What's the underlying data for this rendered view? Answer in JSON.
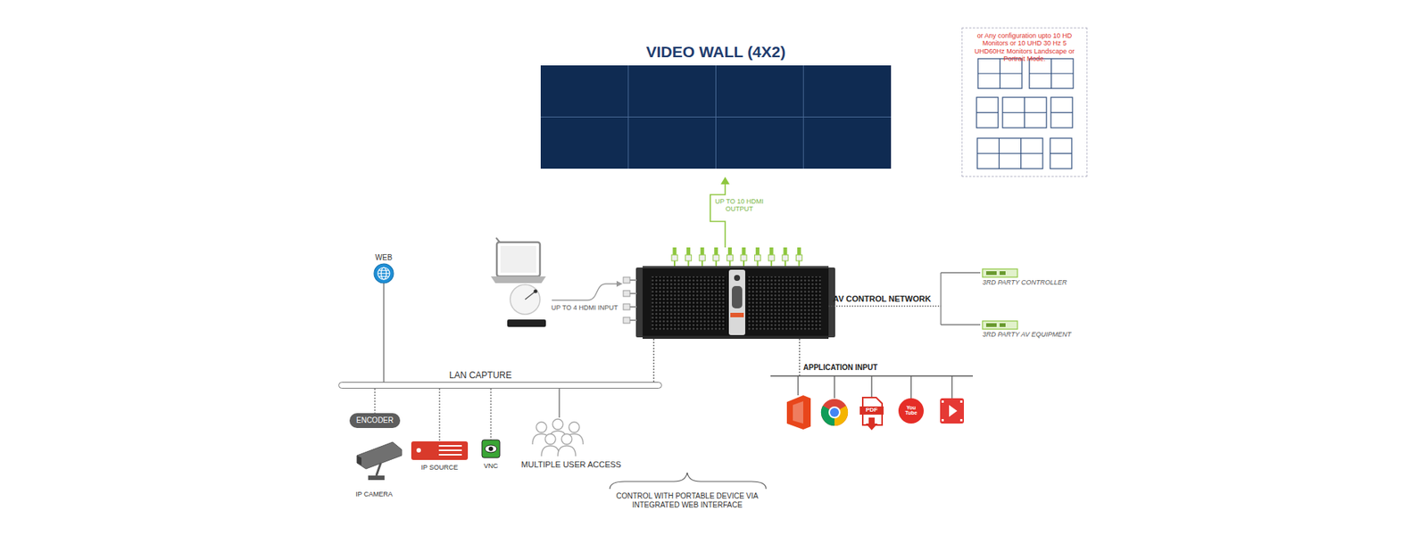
{
  "diagram": {
    "nodes": [
      {
        "text": [
          "VIDEO WALL (4X2)"
        ]
      },
      {
        "text": [
          "or Any configuration upto 10 HD Monitors or 10 UHD 30 Hz 5 UHD60Hz Monitors Landscape or Portrait Mode."
        ]
      },
      {
        "text": [
          "WEB"
        ]
      },
      {
        "text": [
          "LAN CAPTURE"
        ]
      },
      {
        "text": [
          "ENCODER"
        ]
      },
      {
        "text": [
          "IP CAMERA"
        ]
      },
      {
        "text": [
          "IP SOURCE"
        ]
      },
      {
        "text": [
          "VNC"
        ]
      },
      {
        "text": [
          "MULTIPLE USER ACCESS"
        ]
      },
      {
        "text": [
          "3RD PARTY CONTROLLER"
        ]
      },
      {
        "text": [
          "3RD PARTY AV EQUIPMENT"
        ]
      }
    ],
    "edges": [
      {
        "from": 2,
        "to": 3,
        "arrow": "none"
      },
      {
        "from": 3,
        "to": 4,
        "arrow": "none"
      },
      {
        "from": 3,
        "to": 6,
        "arrow": "none"
      },
      {
        "from": 3,
        "to": 7,
        "arrow": "none"
      },
      {
        "from": 3,
        "to": 8,
        "arrow": "none"
      }
    ],
    "labels": [
      "UP TO 10 HDMI OUTPUT",
      "UP TO 4 HDMI INPUT",
      "AV CONTROL NETWORK",
      "APPLICATION INPUT",
      "CONTROL WITH PORTABLE DEVICE VIA INTEGRATED WEB INTERFACE",
      "PDF",
      "You Tube"
    ]
  }
}
